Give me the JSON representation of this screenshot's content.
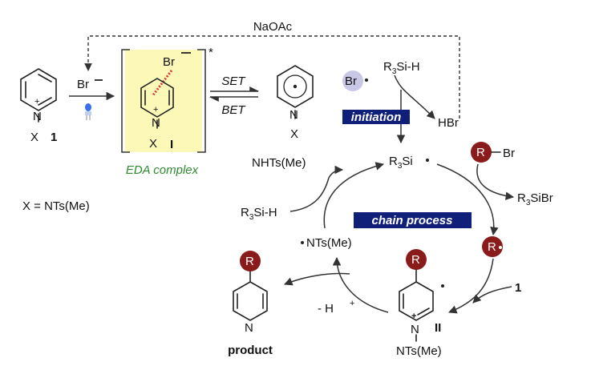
{
  "top": {
    "base_label": "NaOAc"
  },
  "left": {
    "pyridinium_label": "1",
    "x_label": "X",
    "br_minus": "Br",
    "x_definition": "X = NTs(Me)"
  },
  "eda": {
    "br_minus": "Br",
    "star": "*",
    "x_label": "X",
    "roman": "I",
    "caption": "EDA complex",
    "box_color": "#fbf8b8",
    "caption_color": "#2f8a2f"
  },
  "set_bet": {
    "forward": "SET",
    "backward": "BET"
  },
  "radical": {
    "x_label": "X"
  },
  "initiation": {
    "br_radical": "Br",
    "silane": "R3Si-H",
    "label": "initiation",
    "hbr": "HBr",
    "label_bg": "#0f1f7a",
    "br_circle_color": "#c9c7e6"
  },
  "cycle": {
    "silyl_radical": "R3Si",
    "alkyl_bromide_r": "R",
    "alkyl_bromide_br": "Br",
    "silyl_bromide": "R3SiBr",
    "alkyl_radical": "R",
    "label": "chain process",
    "label_bg": "#0f1f7a",
    "r_circle_color": "#8b1a1a",
    "n_radical": "NTs(Me)",
    "silane_in": "R3Si-H",
    "amide_out": "NHTs(Me)",
    "pyridinium_in": "1",
    "intermediate_label": "II",
    "intermediate_sub": "NTs(Me)",
    "intermediate_r": "R",
    "deprotonation": "- H"
  },
  "product": {
    "r": "R",
    "label": "product"
  }
}
